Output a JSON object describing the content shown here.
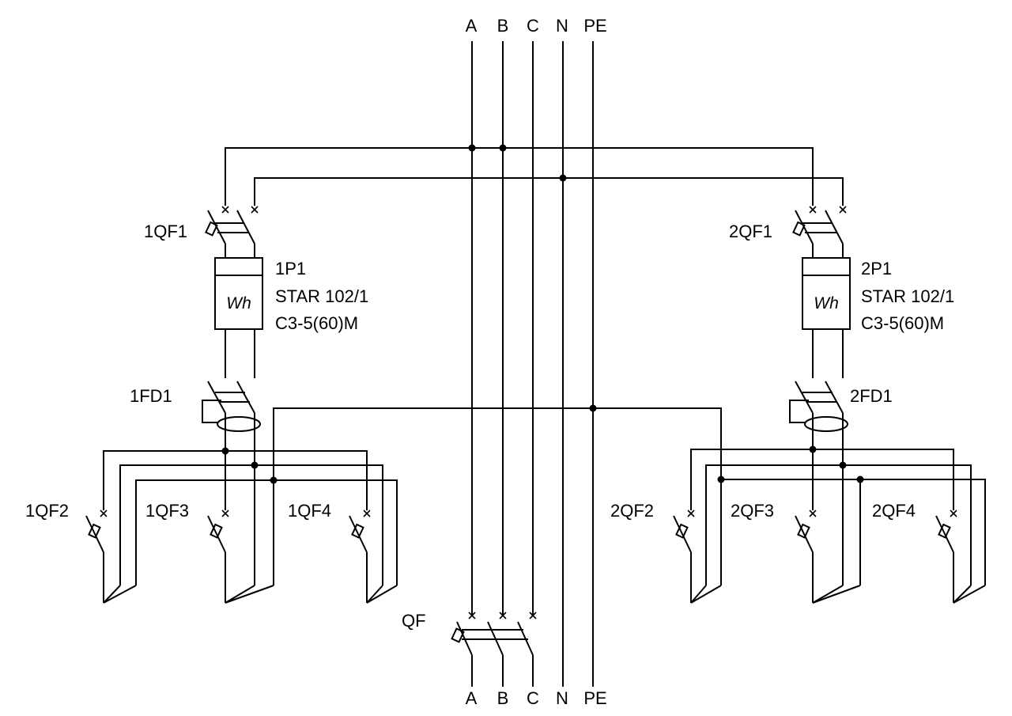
{
  "bus_labels": {
    "top": [
      "A",
      "B",
      "C",
      "N",
      "PE"
    ],
    "bottom": [
      "A",
      "B",
      "C",
      "N",
      "PE"
    ]
  },
  "main_breaker": "QF",
  "left_group": {
    "breaker": "1QF1",
    "meter_id": "1P1",
    "meter_model": "STAR 102/1",
    "meter_rating": "C3-5(60)M",
    "meter_symbol": "Wh",
    "rcd": "1FD1",
    "feeders": [
      "1QF2",
      "1QF3",
      "1QF4"
    ]
  },
  "right_group": {
    "breaker": "2QF1",
    "meter_id": "2P1",
    "meter_model": "STAR 102/1",
    "meter_rating": "C3-5(60)M",
    "meter_symbol": "Wh",
    "rcd": "2FD1",
    "feeders": [
      "2QF2",
      "2QF3",
      "2QF4"
    ]
  }
}
